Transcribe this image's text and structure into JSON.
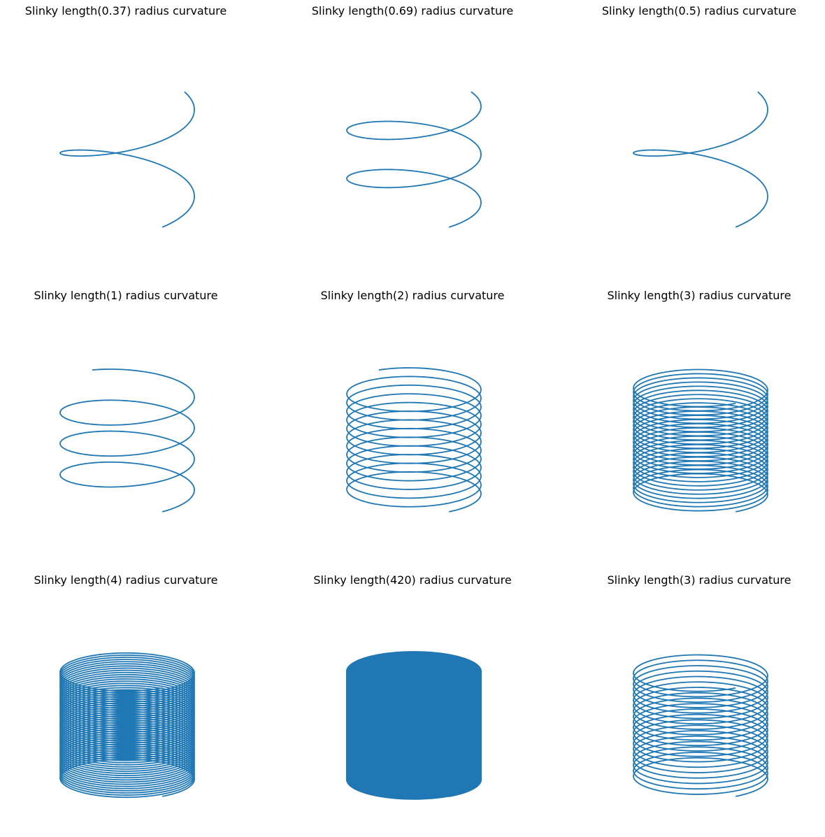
{
  "figure": {
    "line_color": "#1f77b4",
    "background": "#ffffff"
  },
  "chart_data": [
    {
      "type": "line",
      "title": "Slinky length(0.37) radius curvature",
      "slinky_length": 0.37,
      "turns": 1.25
    },
    {
      "type": "line",
      "title": "Slinky length(0.69) radius curvature",
      "slinky_length": 0.69,
      "turns": 2.25
    },
    {
      "type": "line",
      "title": "Slinky length(0.5) radius curvature",
      "slinky_length": 0.5,
      "turns": 1.25
    },
    {
      "type": "line",
      "title": "Slinky length(1) radius curvature",
      "slinky_length": 1,
      "turns": 3.5
    },
    {
      "type": "line",
      "title": "Slinky length(2) radius curvature",
      "slinky_length": 2,
      "turns": 12.5
    },
    {
      "type": "line",
      "title": "Slinky length(3) radius curvature",
      "slinky_length": 3,
      "turns": 26
    },
    {
      "type": "line",
      "title": "Slinky length(4) radius curvature",
      "slinky_length": 4,
      "turns": 50
    },
    {
      "type": "line",
      "title": "Slinky length(420) radius curvature",
      "slinky_length": 420,
      "turns": 420
    },
    {
      "type": "line",
      "title": "Slinky length(3) radius curvature",
      "slinky_length": 3,
      "turns": 20
    }
  ]
}
